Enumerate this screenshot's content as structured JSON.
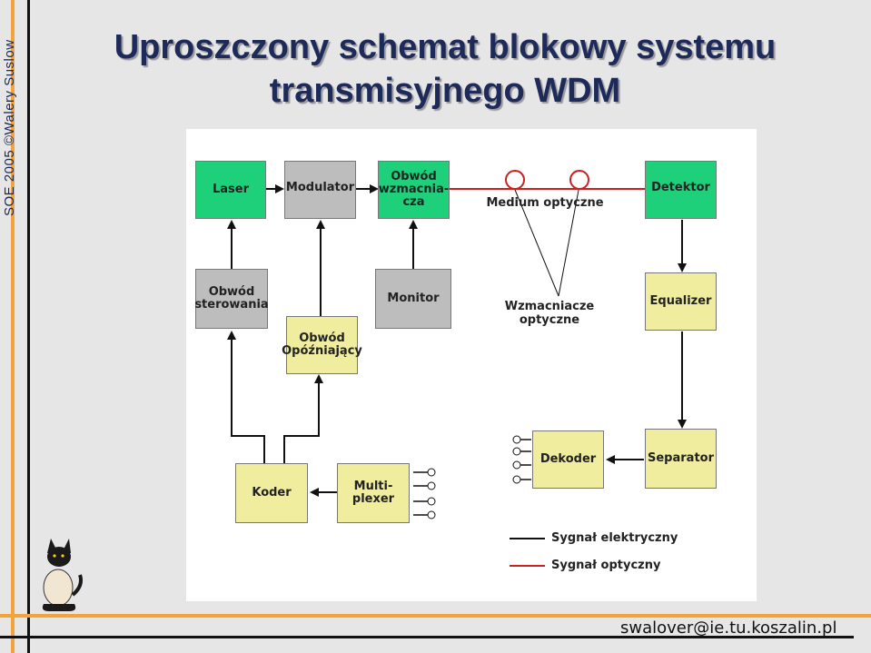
{
  "slide": {
    "title_line1": "Uproszczony schemat blokowy systemu",
    "title_line2": "transmisyjnego WDM",
    "vertical_credit": "SOE 2005  ©Walery Suslow",
    "footer_email": "swalover@ie.tu.koszalin.pl"
  },
  "diagram": {
    "blocks": {
      "laser": "Laser",
      "modulator": "Modulator",
      "amp_l1": "Obwód",
      "amp_l2": "wzmacnia-",
      "amp_l3": "cza",
      "detektor": "Detektor",
      "ster_l1": "Obwód",
      "ster_l2": "sterowania",
      "monitor": "Monitor",
      "opoz_l1": "Obwód",
      "opoz_l2": "Opóźniający",
      "equalizer": "Equalizer",
      "koder": "Koder",
      "mux_l1": "Multi-",
      "mux_l2": "plexer",
      "dekoder": "Dekoder",
      "separator": "Separator"
    },
    "labels": {
      "medium": "Medium optyczne",
      "wzm_l1": "Wzmacniacze",
      "wzm_l2": "optyczne"
    },
    "legend": {
      "electrical": "Sygnał elektryczny",
      "optical": "Sygnał optyczny"
    },
    "colors": {
      "green_block": "#1ed07a",
      "gray_block": "#bdbdbd",
      "yellow_block": "#f0ee9e",
      "optical_line": "#cc2020",
      "electrical_line": "#111111"
    }
  }
}
